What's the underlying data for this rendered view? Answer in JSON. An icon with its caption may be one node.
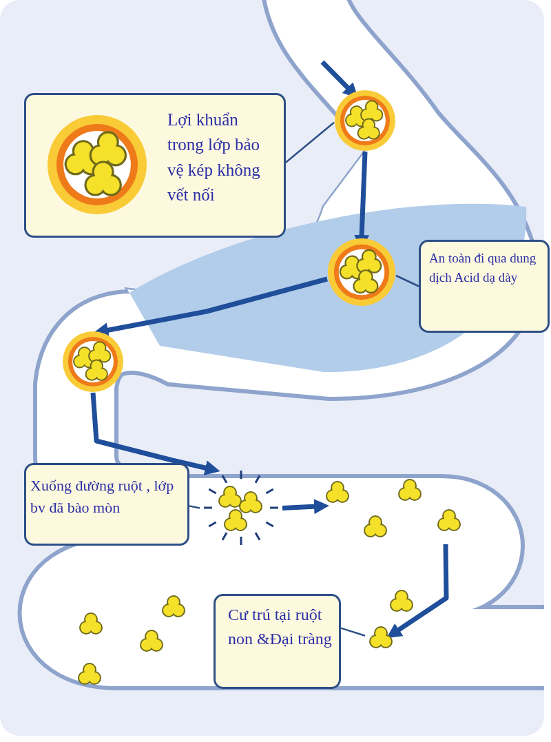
{
  "diagram": {
    "nodes": [
      {
        "text": [
          "Lợi khuẩn trong lớp bảo vệ kép không vết nối"
        ]
      },
      {
        "text": [],
        "shape": "picture"
      },
      {
        "text": [
          "An toàn đi qua dung dịch Acid dạ dày"
        ]
      },
      {
        "text": [],
        "shape": "picture"
      },
      {
        "text": [],
        "shape": "picture"
      },
      {
        "text": [
          "Xuống đường  ruột , lớp bv đã bào mòn"
        ]
      },
      {
        "text": [],
        "shape": "picture"
      },
      {
        "text": [],
        "shape": "picture"
      },
      {
        "text": [
          "Cư trú tại ruột non &Đại tràng"
        ]
      },
      {
        "text": [],
        "shape": "picture"
      }
    ],
    "edges": [
      {
        "from": 0,
        "to": 1,
        "arrow": "none"
      },
      {
        "from": 2,
        "to": 3,
        "arrow": "none"
      },
      {
        "from": 5,
        "to": 6,
        "arrow": "none"
      },
      {
        "from": 8,
        "to": 9,
        "arrow": "none"
      },
      {
        "from": null,
        "to": 1,
        "arrow": "to"
      },
      {
        "from": 1,
        "to": 3,
        "arrow": "to"
      },
      {
        "from": 3,
        "to": 4,
        "arrow": "to"
      },
      {
        "from": 4,
        "to": 6,
        "arrow": "to"
      },
      {
        "from": 6,
        "to": 7,
        "arrow": "to"
      },
      {
        "from": 7,
        "to": 9,
        "arrow": "to"
      }
    ]
  }
}
